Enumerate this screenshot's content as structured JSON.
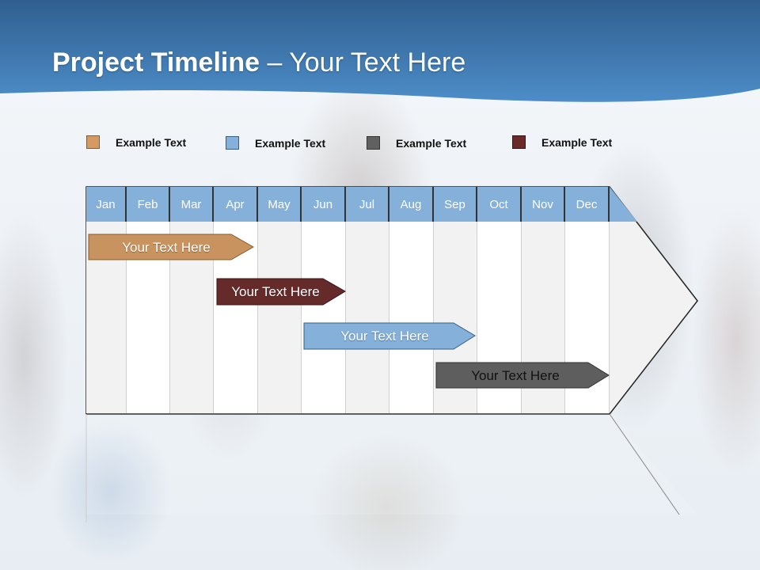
{
  "slide": {
    "title_bold": "Project Timeline",
    "title_rest": " – Your Text Here"
  },
  "legend": [
    {
      "label": "Example Text",
      "color": "#d49a62"
    },
    {
      "label": "Example Text",
      "color": "#84b0d9"
    },
    {
      "label": "Example Text",
      "color": "#606060"
    },
    {
      "label": "Example Text",
      "color": "#6b2a2a"
    }
  ],
  "timeline": {
    "months": [
      "Jan",
      "Feb",
      "Mar",
      "Apr",
      "May",
      "Jun",
      "Jul",
      "Aug",
      "Sep",
      "Oct",
      "Nov",
      "Dec"
    ],
    "header_color": "#84b0d9",
    "bars": [
      {
        "label": "Your  Text Here",
        "color": "#c8935e",
        "start": "Jan",
        "end": "Apr",
        "text_color": "#ffffff"
      },
      {
        "label": "Your  Text Here",
        "color": "#652b2b",
        "start": "Apr",
        "end": "Jun",
        "text_color": "#ffffff"
      },
      {
        "label": "Your  Text Here",
        "color": "#84b0d9",
        "start": "Jun",
        "end": "Sep",
        "text_color": "#ffffff"
      },
      {
        "label": "Your  Text Here",
        "color": "#5e5e5e",
        "start": "Sep",
        "end": "Dec",
        "text_color": "#111111"
      }
    ]
  }
}
